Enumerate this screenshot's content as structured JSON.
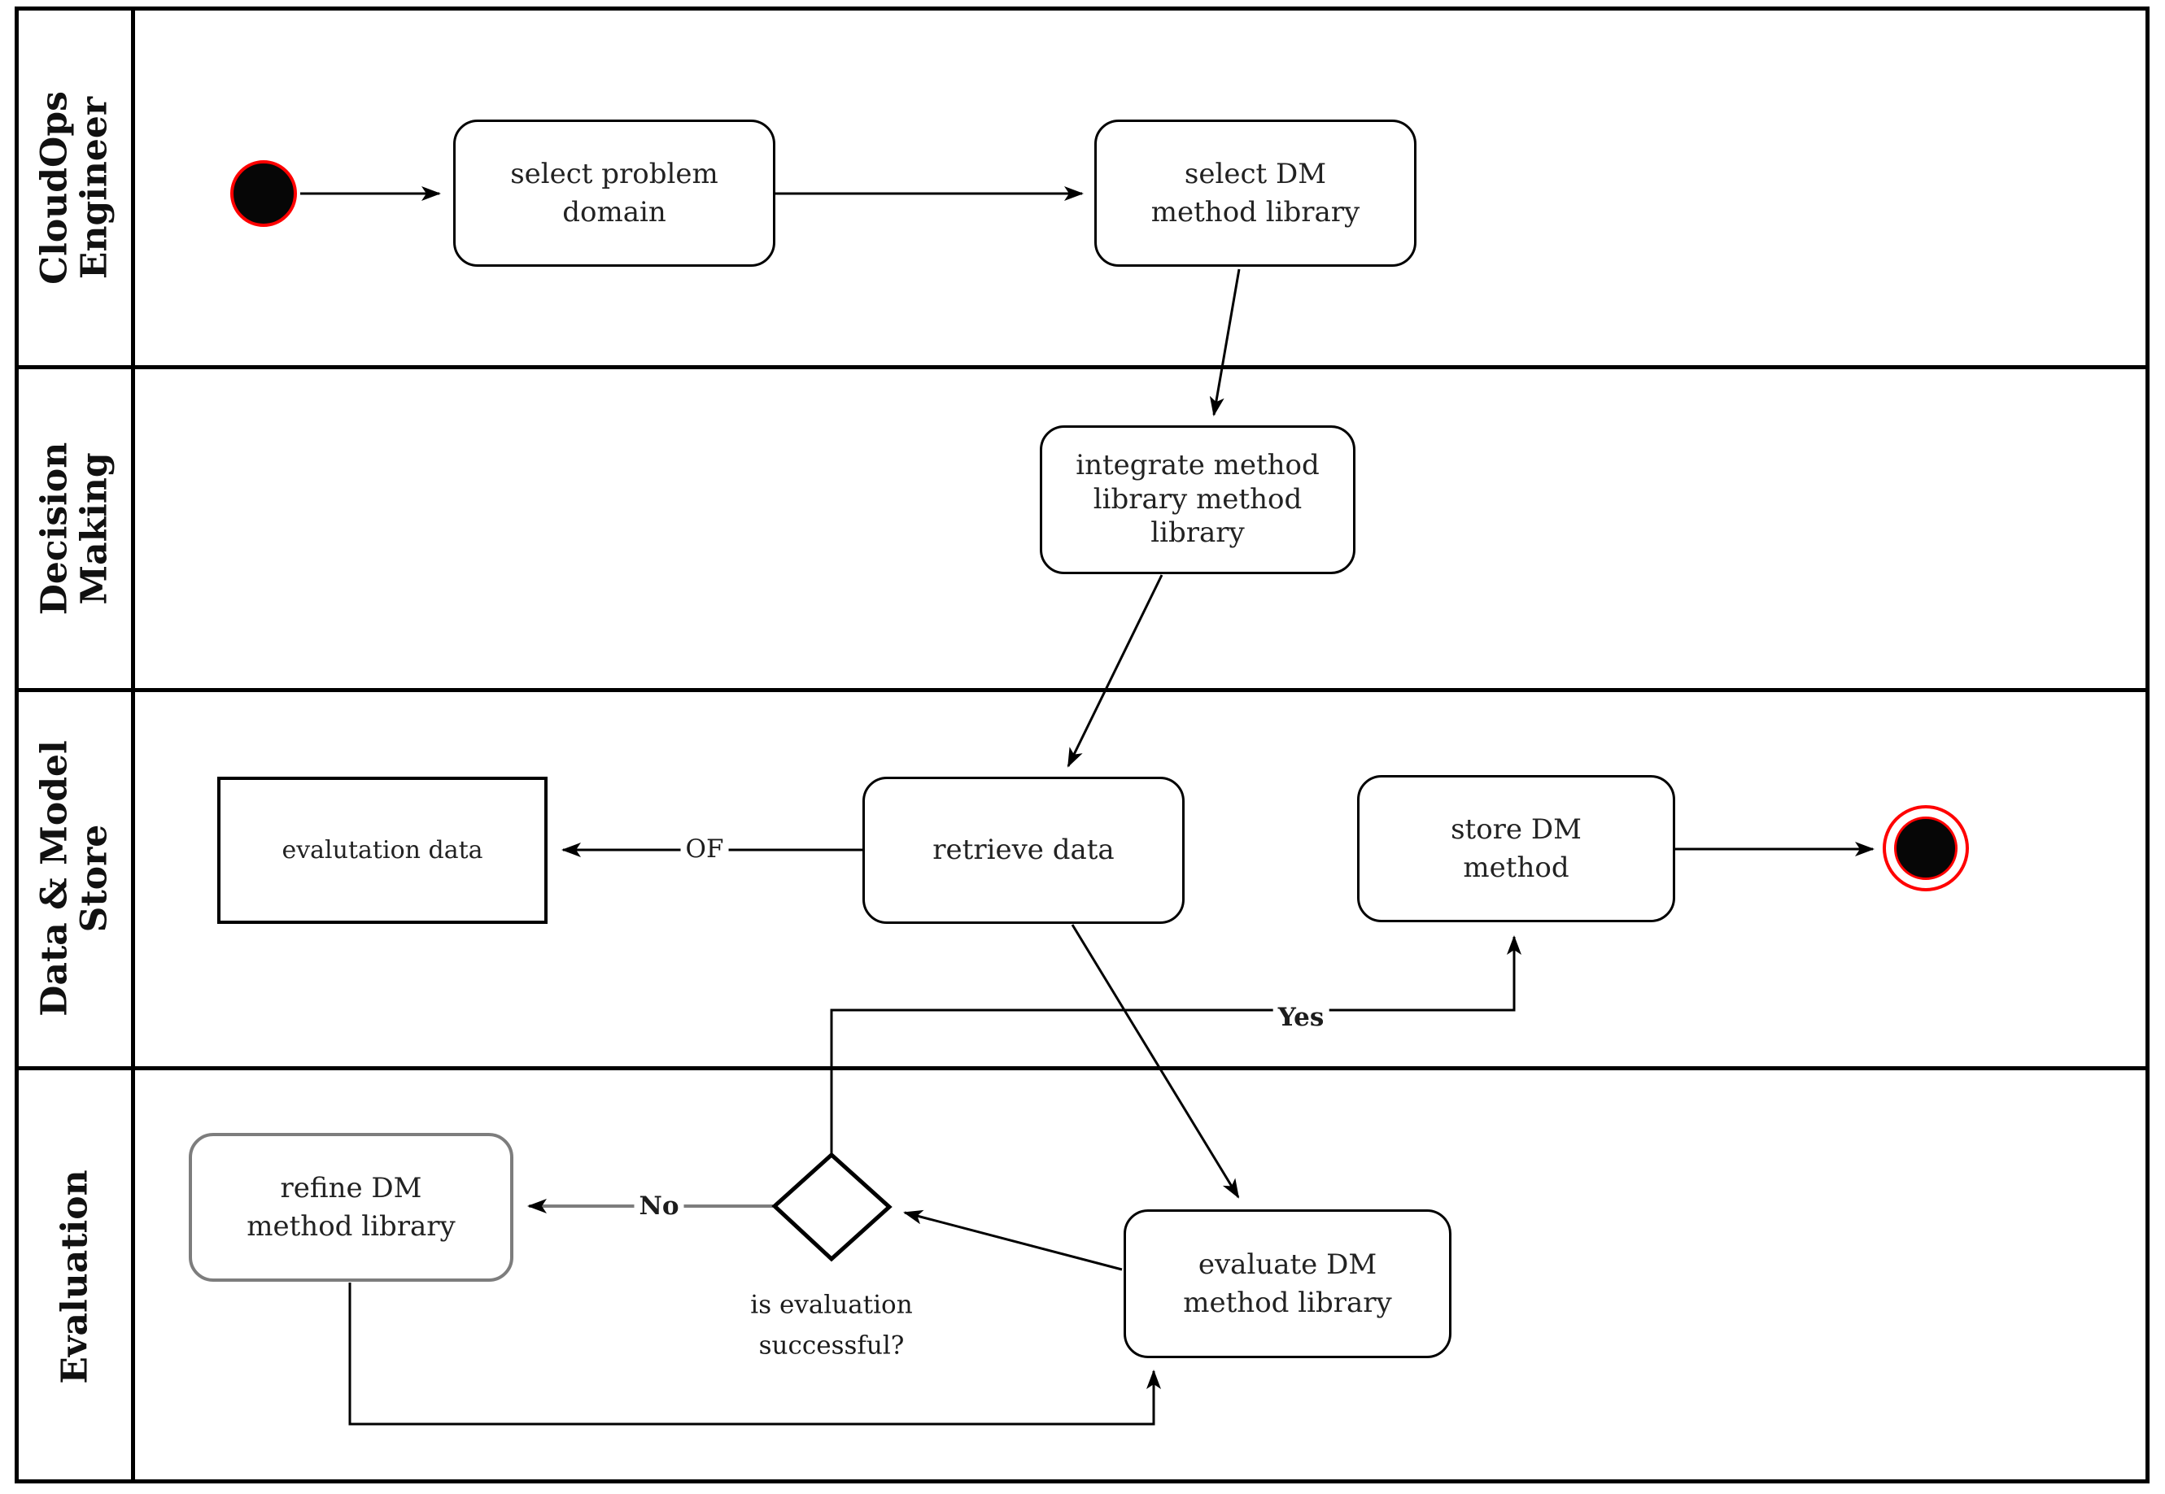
{
  "diagram": {
    "type": "uml-activity-swimlane-diagram",
    "lanes": [
      {
        "id": "cloudops-engineer",
        "label_lines": [
          "CloudOps",
          "Engineer"
        ]
      },
      {
        "id": "decision-making",
        "label_lines": [
          "Decision",
          "Making"
        ]
      },
      {
        "id": "data-model-store",
        "label_lines": [
          "Data & Model",
          "Store"
        ]
      },
      {
        "id": "evaluation",
        "label_lines": [
          "Evaluation"
        ]
      }
    ],
    "nodes": {
      "start": {
        "type": "initial-node"
      },
      "select_problem_domain": {
        "lines": [
          "select problem",
          "domain"
        ]
      },
      "select_dm_method_library": {
        "lines": [
          "select DM",
          "method library"
        ]
      },
      "integrate_method_library": {
        "lines": [
          "integrate method",
          "library method",
          "library"
        ]
      },
      "retrieve_data": {
        "lines": [
          "retrieve data"
        ]
      },
      "evalutation_data": {
        "lines": [
          "evalutation data"
        ]
      },
      "store_dm_method": {
        "lines": [
          "store DM",
          "method"
        ]
      },
      "refine_dm_method_library": {
        "lines": [
          "refine DM",
          "method library"
        ]
      },
      "evaluate_dm_method_library": {
        "lines": [
          "evaluate DM",
          "method library"
        ]
      },
      "end": {
        "type": "final-node"
      }
    },
    "edge_labels": {
      "yes": "Yes",
      "no": "No",
      "of": "OF",
      "question_lines": [
        "is evaluation",
        "successful?"
      ]
    },
    "colors": {
      "line": "#000000",
      "accent_red": "#ff0000",
      "gray": "#7d7d7d",
      "text": "#1f1f1f"
    }
  }
}
